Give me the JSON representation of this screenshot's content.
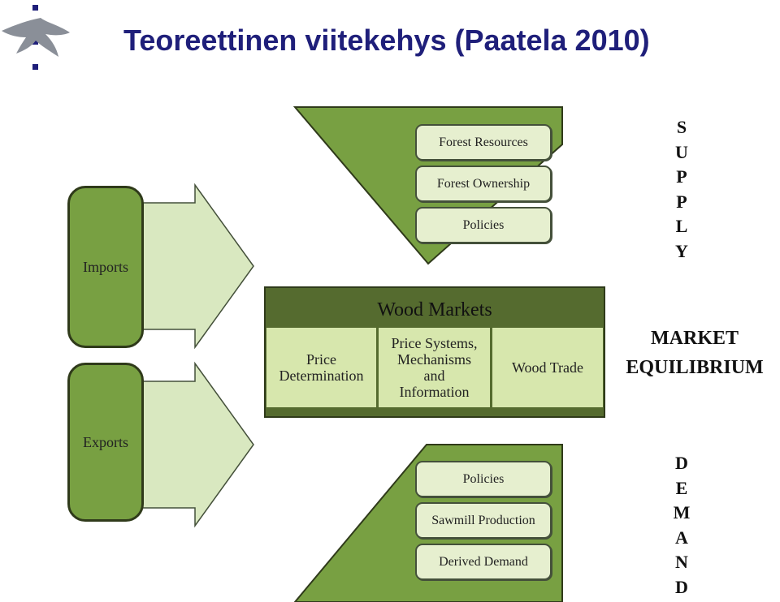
{
  "title": "Teoreettinen viitekehys (Paatela 2010)",
  "icons": {
    "logo": "flame-logo-icon"
  },
  "colors": {
    "title": "#1f1f7a",
    "dark_green": "#78a042",
    "light_green": "#d7e7ad",
    "arrow_fill": "#d9e8c0",
    "header_green": "#556b2f"
  },
  "left": {
    "imports": "Imports",
    "exports": "Exports"
  },
  "supply_factors": [
    "Forest Resources",
    "Forest Ownership",
    "Policies"
  ],
  "demand_factors": [
    "Policies",
    "Sawmill Production",
    "Derived Demand"
  ],
  "wood_markets": {
    "header": "Wood Markets",
    "cells": [
      [
        "Price",
        "Determination"
      ],
      [
        "Price Systems,",
        "Mechanisms",
        "and",
        "Information"
      ],
      [
        "Wood Trade"
      ]
    ]
  },
  "supply_letters": [
    "S",
    "U",
    "P",
    "P",
    "L",
    "Y"
  ],
  "demand_letters": [
    "D",
    "E",
    "M",
    "A",
    "N",
    "D"
  ],
  "equilibrium": [
    "MARKET",
    "EQUILIBRIUM"
  ]
}
